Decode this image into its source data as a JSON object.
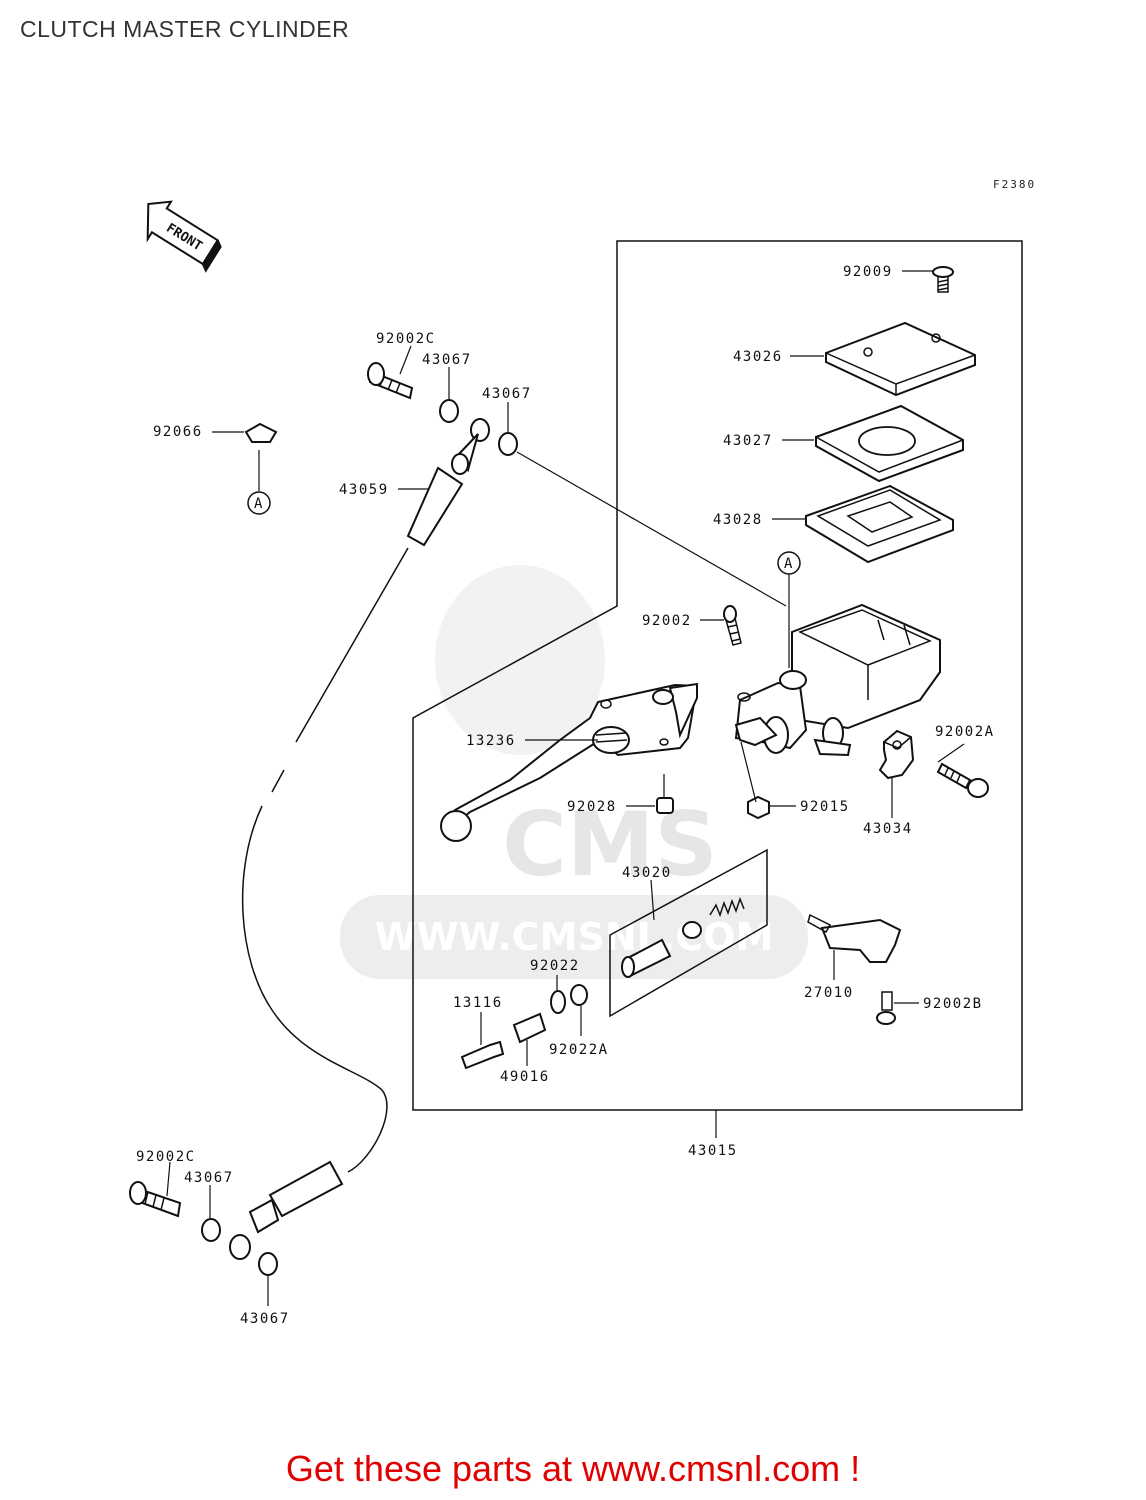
{
  "title": "CLUTCH MASTER CYLINDER",
  "figure_code": "F2380",
  "front_arrow_label": "FRONT",
  "ref_marker": "A",
  "watermark_text": "WWW.CMSNL.COM",
  "watermark_logo": "CMS",
  "footer_text": "Get these parts at www.cmsnl.com !",
  "parts": [
    {
      "id": "p_92009",
      "number": "92009"
    },
    {
      "id": "p_43026",
      "number": "43026"
    },
    {
      "id": "p_43027",
      "number": "43027"
    },
    {
      "id": "p_43028",
      "number": "43028"
    },
    {
      "id": "p_92002",
      "number": "92002"
    },
    {
      "id": "p_92002A",
      "number": "92002A"
    },
    {
      "id": "p_13236",
      "number": "13236"
    },
    {
      "id": "p_92028",
      "number": "92028"
    },
    {
      "id": "p_92015",
      "number": "92015"
    },
    {
      "id": "p_43034",
      "number": "43034"
    },
    {
      "id": "p_43020",
      "number": "43020"
    },
    {
      "id": "p_27010",
      "number": "27010"
    },
    {
      "id": "p_92002B",
      "number": "92002B"
    },
    {
      "id": "p_92022",
      "number": "92022"
    },
    {
      "id": "p_13116",
      "number": "13116"
    },
    {
      "id": "p_92022A",
      "number": "92022A"
    },
    {
      "id": "p_49016",
      "number": "49016"
    },
    {
      "id": "p_43015",
      "number": "43015"
    },
    {
      "id": "p_92002C_top",
      "number": "92002C"
    },
    {
      "id": "p_43067_top1",
      "number": "43067"
    },
    {
      "id": "p_43067_top2",
      "number": "43067"
    },
    {
      "id": "p_92066",
      "number": "92066"
    },
    {
      "id": "p_43059",
      "number": "43059"
    },
    {
      "id": "p_92002C_bot",
      "number": "92002C"
    },
    {
      "id": "p_43067_bot1",
      "number": "43067"
    },
    {
      "id": "p_43067_bot2",
      "number": "43067"
    }
  ]
}
